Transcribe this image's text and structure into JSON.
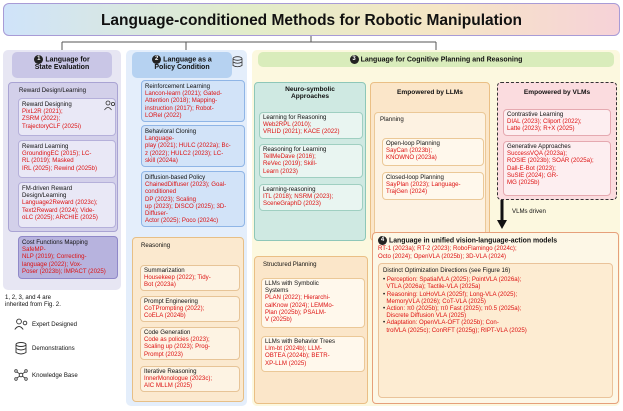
{
  "title": "Language-conditioned Methods for Robotic Manipulation",
  "col1": {
    "num": "1",
    "head_line1": "Language for",
    "head_line2": "State Evaluation",
    "reward": {
      "title": "Reward Design/Learning",
      "b1_title": "Reward Designing",
      "b1_items": [
        "PixL2R (2021);",
        "ZSRM (2022);",
        "TrajectoryCLF (2025i)"
      ],
      "b2_title": "Reward Learning",
      "b2_items": [
        "GroundingEC (2015); LC-",
        "RL (2019); Masked",
        "IRL (2025); Rewind (2025b)"
      ],
      "b3_title": "FM-driven Reward",
      "b3_title2": "Design/Learning",
      "b3_items": [
        "Language2Reward (2023c);",
        "Text2Reward (2024); Vide-",
        "oLC (2025); ARCHIE (2025)"
      ]
    },
    "cost": {
      "title": "Cost Functions Mapping",
      "items": [
        "SafeMP-",
        "NLP (2019); Correcting-",
        "language (2022); Vox-",
        "Poser (2023b); IMPACT (2025)"
      ]
    },
    "legend": {
      "note1": "1, 2, 3, and 4 are",
      "note2": "inherited from Fig. 2.",
      "expert": "Expert Designed",
      "demos": "Demonstrations",
      "kb": "Knowledge Base"
    }
  },
  "col2": {
    "num": "2",
    "head_line1": "Language as a",
    "head_line2": "Policy Condition",
    "rl": {
      "title": "Reinforcement Learning",
      "items": [
        "Lancon-learn (2021); Gated-",
        "Attention (2018); Mapping-",
        "instruction (2017); Robot-",
        "LORel (2022)"
      ]
    },
    "bc": {
      "title": "Behavioral Cloning",
      "items": [
        "Language-",
        "play (2021); HULC (2022a); Bc-",
        "z (2022); HULC2 (2023); LC-",
        "skill (2024a)"
      ]
    },
    "diff": {
      "title": "Diffusion-based Policy",
      "items": [
        "ChainedDiffuser (2023); Goal-",
        "conditioned",
        "DP (2023); Scaling",
        "up (2023); DISCO (2025); 3D-",
        "Diffuser-",
        "Actor (2025); Poco (2024c)"
      ]
    },
    "reasoning": {
      "title": "Reasoning",
      "sum_title": "Summarization",
      "sum_items": [
        "Housekeep (2022); Tidy-",
        "Bot (2023a)"
      ],
      "pe_title": "Prompt Engineering",
      "pe_items": [
        "CoTPrompting (2022);",
        "CoELA (2024b)"
      ],
      "cg_title": "Code Generation",
      "cg_items": [
        "Code as policies (2023);",
        "Scaling up (2023); Prog-",
        "Prompt (2023)"
      ],
      "ir_title": "Iterative Reasoning",
      "ir_items": [
        "InnerMonologue (2023c);",
        "AIC MLLM (2025)"
      ]
    }
  },
  "col3": {
    "num": "3",
    "head": "Language for Cognitive Planning and Reasoning",
    "neuro": {
      "title1": "Neuro-symbolic",
      "title2": "Approaches",
      "lr_title": "Learning for Reasoning",
      "lr_items": [
        "Web2RPL (2010);",
        "VRLID (2021); KACE (2022)"
      ],
      "rl_title": "Reasoning for Learning",
      "rl_items": [
        "TellMeDave (2016);",
        "ReVec (2019); Skill-",
        "Learn (2023)"
      ],
      "lrs_title": "Learning-reasoning",
      "lrs_items": [
        "ITL (2018); NSRM (2023);",
        "SceneGraphD (2023)"
      ]
    },
    "llm": {
      "title": "Empowered by LLMs",
      "planning": "Planning",
      "open_title": "Open-loop Planning",
      "open_items": [
        "SayCan (2023b);",
        "KNOWNO (2023a)"
      ],
      "closed_title": "Closed-loop Planning",
      "closed_items": [
        "SayPlan (2023); Language-",
        "TrajGen (2024)"
      ]
    },
    "vlm": {
      "title": "Empowered by VLMs",
      "cl_title": "Contrastive Learning",
      "cl_items": [
        "DIAL (2023); Cliport (2022);",
        "Latte (2023); R+X (2025)"
      ],
      "ga_title": "Generative Approaches",
      "ga_items": [
        "SuccessVQA (2023a);",
        "ROSIE (2023b); SOAR (2025a);",
        "Dall-E-Bot (2023);",
        "SuSIE (2024); GR-",
        "MG (2025b)"
      ]
    },
    "arrow_label": "VLMs driven",
    "structured": {
      "title": "Structured Planning",
      "ss_title1": "LLMs with Symbolic",
      "ss_title2": "Systems",
      "ss_items": [
        "PLAN (2022); Hierarchi-",
        "calKnow (2024); LEMMo-",
        "Plan (2025b); PSALM-",
        "V (2025b)"
      ],
      "bt_title": "LLMs with Behavior Trees",
      "bt_items": [
        "Llm-bt (2024b); LLM-",
        "OBTEA (2024b); BETR-",
        "XP-LLM (2025)"
      ]
    },
    "vla": {
      "num": "4",
      "title": "Language in unified vision-language-action models",
      "items": [
        "RT-1 (2023a); RT-2 (2023); RoboFlamingo (2024c);",
        "Octo (2024); OpenVLA (2025b); 3D-VLA (2024)"
      ],
      "dirs_title": "Distinct Optimization Directions (see Figure 16)",
      "bullets": [
        [
          "Perception: SpatialVLA (2025); PointVLA (2026a);",
          "VTLA (2026a); Tactile-VLA (2025a)"
        ],
        [
          "Reasoning: LoHoVLA (2025f); Long-VLA (2025);",
          "MemoryVLA (2026); CoT-VLA (2025)"
        ],
        [
          "Action: π0 (2025b); π0 Fast (2025); π0.5 (2025a);",
          "Discrete Diffusion VLA (2025)"
        ],
        [
          "Adaptation: OpenVLA-OFT (2025b); Con-",
          "trolVLA (2025c); ConRFT (2025g); RIPT-VLA (2025)"
        ]
      ]
    }
  }
}
